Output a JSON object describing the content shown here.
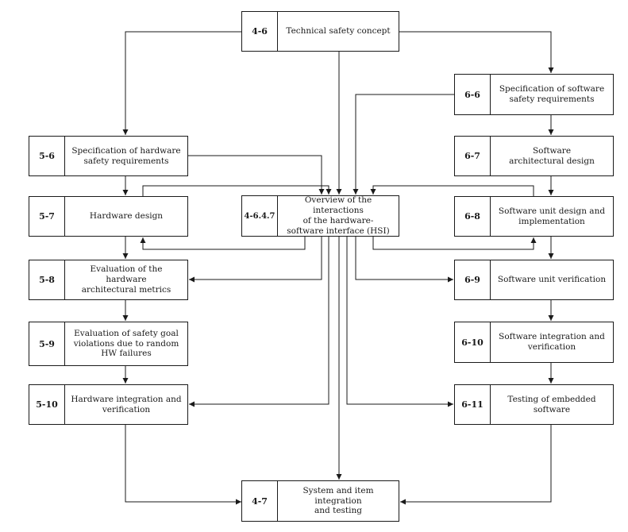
{
  "boxes": {
    "tsc": {
      "code": "4-6",
      "label": "Technical safety concept"
    },
    "sswr": {
      "code": "6-6",
      "label": "Specification of software\nsafety requirements"
    },
    "shwr": {
      "code": "5-6",
      "label": "Specification of hardware\nsafety requirements"
    },
    "swad": {
      "code": "6-7",
      "label": "Software\narchitectural design"
    },
    "hwd": {
      "code": "5-7",
      "label": "Hardware design"
    },
    "hsi": {
      "code": "4-6.4.7",
      "label": "Overview of the interactions\nof the  hardware-\nsoftware interface (HSI)"
    },
    "swud": {
      "code": "6-8",
      "label": "Software unit design and\nimplementation"
    },
    "eham": {
      "code": "5-8",
      "label": "Evaluation of the hardware\narchitectural metrics"
    },
    "swuv": {
      "code": "6-9",
      "label": "Software unit verification"
    },
    "esgv": {
      "code": "5-9",
      "label": "Evaluation of safety goal\nviolations due to random\nHW failures"
    },
    "swiv": {
      "code": "6-10",
      "label": "Software integration and\nverification"
    },
    "hwiv": {
      "code": "5-10",
      "label": "Hardware integration and\nverification"
    },
    "tes": {
      "code": "6-11",
      "label": "Testing of embedded\nsoftware"
    },
    "siit": {
      "code": "4-7",
      "label": "System and item integration\nand testing"
    }
  }
}
